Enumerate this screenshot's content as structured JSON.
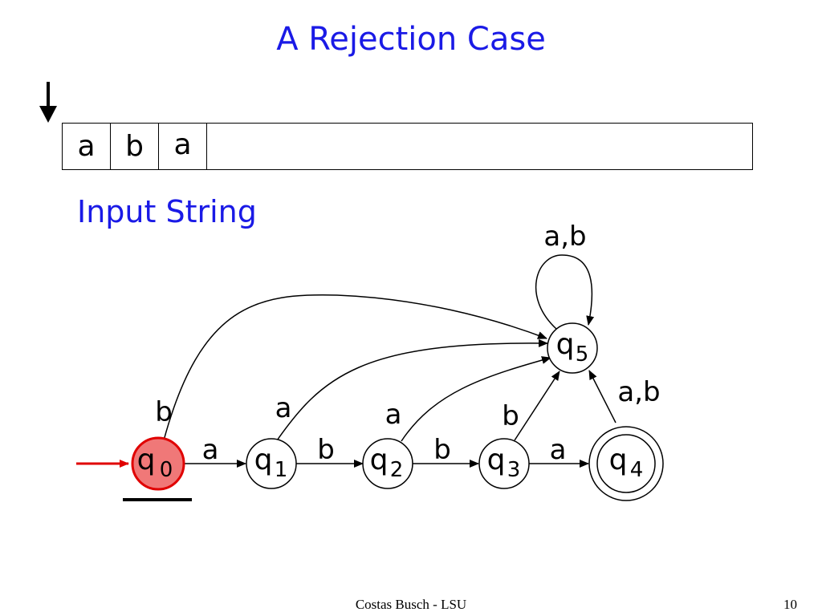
{
  "title": "A Rejection Case",
  "input_label": "Input String",
  "tape": {
    "cells": [
      "a",
      "b",
      "a"
    ]
  },
  "states": [
    {
      "id": "q0",
      "base": "q",
      "sub": "0",
      "initial": true,
      "accepting": false,
      "current": true
    },
    {
      "id": "q1",
      "base": "q",
      "sub": "1",
      "initial": false,
      "accepting": false,
      "current": false
    },
    {
      "id": "q2",
      "base": "q",
      "sub": "2",
      "initial": false,
      "accepting": false,
      "current": false
    },
    {
      "id": "q3",
      "base": "q",
      "sub": "3",
      "initial": false,
      "accepting": false,
      "current": false
    },
    {
      "id": "q4",
      "base": "q",
      "sub": "4",
      "initial": false,
      "accepting": true,
      "current": false
    },
    {
      "id": "q5",
      "base": "q",
      "sub": "5",
      "initial": false,
      "accepting": false,
      "current": false
    }
  ],
  "transitions": [
    {
      "from": "q0",
      "to": "q1",
      "label": "a"
    },
    {
      "from": "q1",
      "to": "q2",
      "label": "b"
    },
    {
      "from": "q2",
      "to": "q3",
      "label": "b"
    },
    {
      "from": "q3",
      "to": "q4",
      "label": "a"
    },
    {
      "from": "q0",
      "to": "q5",
      "label": "b"
    },
    {
      "from": "q1",
      "to": "q5",
      "label": "a"
    },
    {
      "from": "q2",
      "to": "q5",
      "label": "a"
    },
    {
      "from": "q3",
      "to": "q5",
      "label": "b"
    },
    {
      "from": "q4",
      "to": "q5",
      "label": "a,b"
    },
    {
      "from": "q5",
      "to": "q5",
      "label": "a,b"
    }
  ],
  "colors": {
    "title": "#1a1ae6",
    "current_state_fill": "#f07878",
    "current_state_stroke": "#e00000",
    "start_arrow": "#e00000"
  },
  "footer": {
    "author": "Costas Busch - LSU",
    "page": "10"
  }
}
